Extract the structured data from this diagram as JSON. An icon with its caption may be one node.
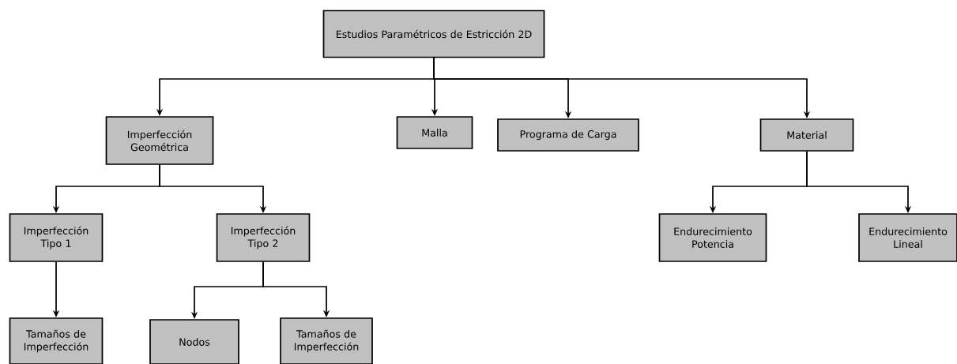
{
  "diagram": {
    "nodes": [
      {
        "text": [
          "Estudios Paramétricos de Estricción 2D"
        ]
      },
      {
        "text": [
          "Imperfección Geométrica"
        ]
      },
      {
        "text": [
          "Malla"
        ]
      },
      {
        "text": [
          "Programa de Carga"
        ]
      },
      {
        "text": [
          "Material"
        ]
      },
      {
        "text": [
          "Imperfección Tipo 1"
        ]
      },
      {
        "text": [
          "Imperfección Tipo 2"
        ]
      },
      {
        "text": [
          "Endurecimiento Potencia"
        ]
      },
      {
        "text": [
          "Endurecimiento Lineal"
        ]
      },
      {
        "text": [
          "Tamaños de Imperfección"
        ]
      },
      {
        "text": [
          "Nodos"
        ]
      },
      {
        "text": [
          "Tamaños de Imperfección"
        ]
      }
    ],
    "edges": [
      {
        "from": 0,
        "to": 1,
        "arrow": "to"
      },
      {
        "from": 0,
        "to": 2,
        "arrow": "to"
      },
      {
        "from": 0,
        "to": 3,
        "arrow": "to"
      },
      {
        "from": 0,
        "to": 4,
        "arrow": "to"
      },
      {
        "from": 1,
        "to": 5,
        "arrow": "to"
      },
      {
        "from": 1,
        "to": 6,
        "arrow": "to"
      },
      {
        "from": 4,
        "to": 7,
        "arrow": "to"
      },
      {
        "from": 4,
        "to": 8,
        "arrow": "to"
      },
      {
        "from": 5,
        "to": 9,
        "arrow": "to"
      },
      {
        "from": 6,
        "to": 10,
        "arrow": "to"
      },
      {
        "from": 6,
        "to": 11,
        "arrow": "to"
      }
    ]
  }
}
